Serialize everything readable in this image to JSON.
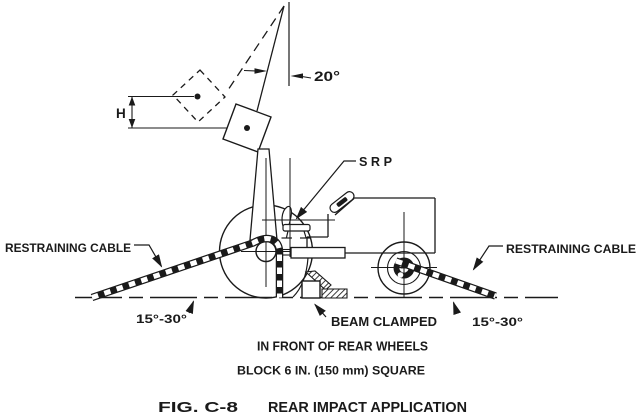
{
  "figure": {
    "caption": {
      "number": "FIG. C-8",
      "title": "REAR IMPACT APPLICATION"
    },
    "labels": {
      "srp": "S R P",
      "swing_angle": "20°",
      "drop_height": "H",
      "restraining_cable_left": "RESTRAINING CABLE",
      "restraining_cable_right": "RESTRAINING CABLE",
      "cable_angle_left": "15°-30°",
      "cable_angle_right": "15°-30°",
      "beam_note_line1": "BEAM CLAMPED",
      "beam_note_line2": "IN FRONT OF REAR WHEELS",
      "block_note": "BLOCK 6 IN. (150 mm) SQUARE"
    },
    "colors": {
      "ink": "#1a1a1a",
      "paper": "#ffffff"
    }
  }
}
